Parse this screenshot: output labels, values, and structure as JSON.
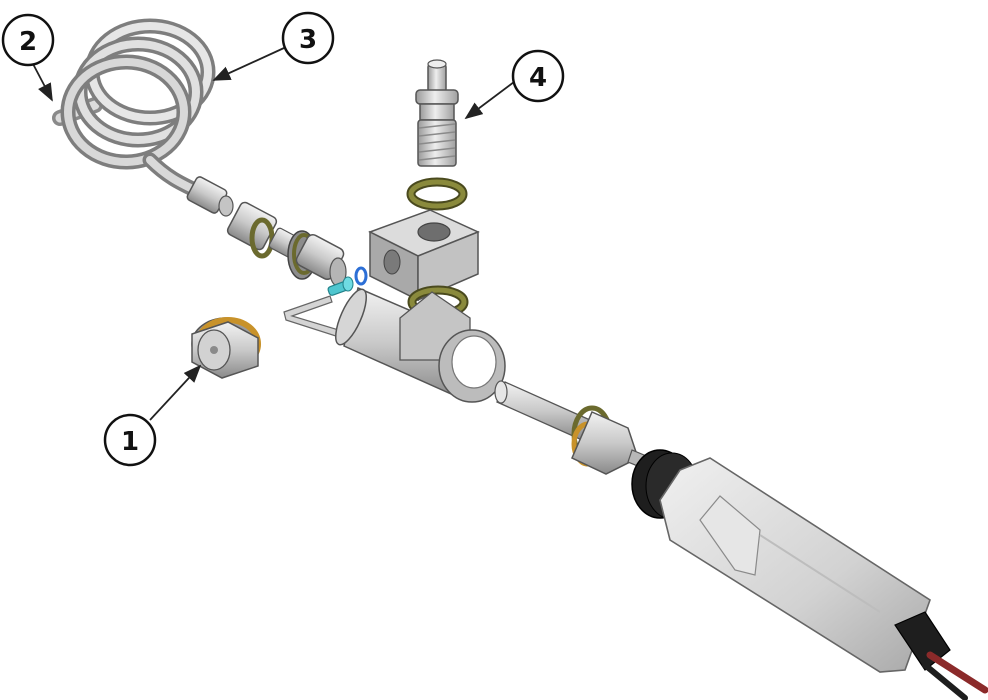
{
  "callouts": [
    {
      "id": "1",
      "label": "1"
    },
    {
      "id": "2",
      "label": "2"
    },
    {
      "id": "3",
      "label": "3"
    },
    {
      "id": "4",
      "label": "4"
    }
  ],
  "colors": {
    "metal_light": "#e4e4e4",
    "metal_mid": "#b8b8b8",
    "metal_dark": "#7a7a7a",
    "oring_olive": "#6b6a2e",
    "brass_ring": "#c8922a",
    "teal_screw": "#4fc6cf",
    "blue_ring": "#2c6fd6",
    "handle_grey": "#d6d6d6",
    "black_rubber": "#1e1e1e",
    "red_cable": "#8b2a2a"
  }
}
